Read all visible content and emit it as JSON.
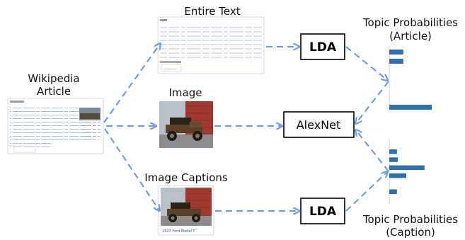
{
  "labels": {
    "wikipedia_line1": "Wikipedia",
    "wikipedia_line2": "Article",
    "entire_text": "Entire Text",
    "image": "Image",
    "image_captions": "Image Captions",
    "topic_article_line1": "Topic Probabilities",
    "topic_article_line2": "(Article)",
    "topic_caption_line1": "Topic Probabilities",
    "topic_caption_line2": "(Caption)"
  },
  "boxes": {
    "lda_top": "LDA",
    "alexnet": "AlexNet",
    "lda_bottom": "LDA"
  },
  "caption_text": "1927 Ford Model T",
  "colors": {
    "arrow": "#6d9eeb",
    "bar": "#2f6fad",
    "box_border": "#000000"
  },
  "chart_data": [
    {
      "type": "bar",
      "orientation": "horizontal",
      "series": [
        {
          "values": [
            0.33,
            0.33,
            0,
            0,
            0,
            0,
            1.0
          ]
        }
      ]
    },
    {
      "type": "bar",
      "orientation": "horizontal",
      "series": [
        {
          "values": [
            0.18,
            0.2,
            0.83,
            0.4,
            0,
            0.18
          ]
        }
      ]
    }
  ]
}
